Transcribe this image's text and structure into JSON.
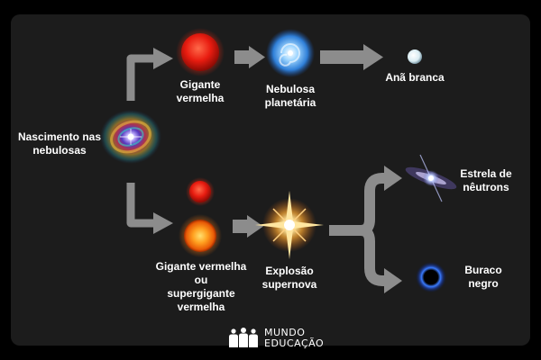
{
  "diagram": {
    "nodes": {
      "nebula_birth": "Nascimento nas\nnebulosas",
      "red_giant": "Gigante\nvermelha",
      "planetary_nebula": "Nebulosa\nplanetária",
      "white_dwarf": "Anã branca",
      "red_supergiant": "Gigante vermelha\nou\nsupergigante\nvermelha",
      "supernova": "Explosão\nsupernova",
      "neutron_star": "Estrela de\nnêutrons",
      "black_hole": "Buraco\nnegro"
    }
  },
  "logo": {
    "line1": "MUNDO",
    "line2": "EDUCAÇÃO"
  },
  "colors": {
    "background": "#000000",
    "panel": "#1c1c1c",
    "arrow": "#8c8c8c",
    "text": "#ffffff"
  }
}
